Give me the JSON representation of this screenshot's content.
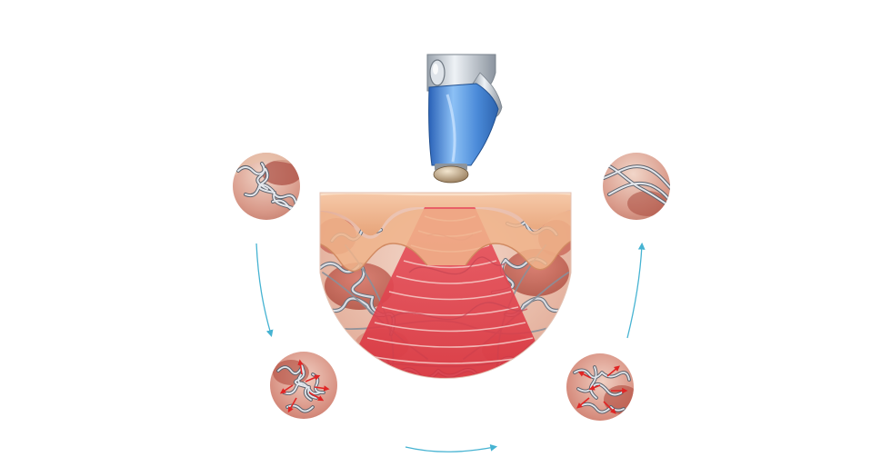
{
  "diagram": {
    "kind": "illustration",
    "description_visible_text": "",
    "colors": {
      "background": "#ffffff",
      "skin_surface": "#f0b48b",
      "skin_surface_shadow": "#d99670",
      "dermis_red": "#c7574d",
      "dermis_light": "#f0d0c2",
      "dermis_deep": "#b64238",
      "beam_red": "#e44c55",
      "beam_dark": "#d2323f",
      "collagen_fiber": "#c9ccd3",
      "collagen_fiber_dark": "#5b606b",
      "device_blue": "#3e7ed6",
      "device_blue_light": "#7fb4f0",
      "device_silver": "#c8cfd7",
      "device_tip": "#b89c77",
      "heat_arrow": "#e02525",
      "cycle_arrow": "#46b3d2"
    },
    "icons": [
      "handpiece-icon",
      "skin-cross-section-icon",
      "collagen-stage-icon",
      "heat-arrow-icon",
      "cycle-arrow-icon"
    ],
    "stages": [
      {
        "id": "stage-top-left",
        "heat_arrows": false,
        "tangle": "loose"
      },
      {
        "id": "stage-bottom-left",
        "heat_arrows": true,
        "tangle": "dense"
      },
      {
        "id": "stage-bottom-right",
        "heat_arrows": true,
        "tangle": "dense"
      },
      {
        "id": "stage-top-right",
        "heat_arrows": false,
        "tangle": "organized"
      }
    ]
  }
}
